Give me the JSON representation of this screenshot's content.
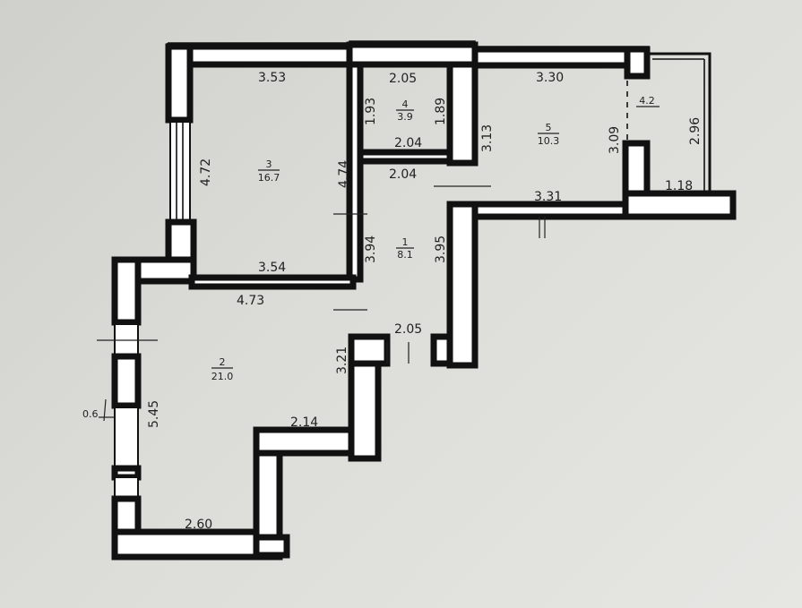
{
  "rooms": [
    {
      "number": "1",
      "area": "8.1"
    },
    {
      "number": "2",
      "area": "21.0"
    },
    {
      "number": "3",
      "area": "16.7"
    },
    {
      "number": "4",
      "area": "3.9"
    },
    {
      "number": "5",
      "area": "10.3"
    }
  ],
  "balcony_area": "4.2",
  "dimensions": {
    "room3_top": "3.53",
    "room3_left": "4.72",
    "room3_right": "4.74",
    "room3_bottom": "3.54",
    "room4_top": "2.05",
    "room4_left": "1.93",
    "room4_right": "1.89",
    "room4_bottom": "2.04",
    "room1_top": "2.04",
    "room1_left": "3.94",
    "room1_right": "3.95",
    "room1_bottom": "2.05",
    "room5_top": "3.30",
    "room5_left": "3.13",
    "room5_right": "3.09",
    "room5_bottom": "3.31",
    "balcony_side": "2.96",
    "balcony_bottom": "1.18",
    "room2_top": "4.73",
    "room2_left": "5.45",
    "room2_right": "3.21",
    "room2_mid": "2.14",
    "room2_bottom": "2.60",
    "window_depth": "0.6"
  }
}
